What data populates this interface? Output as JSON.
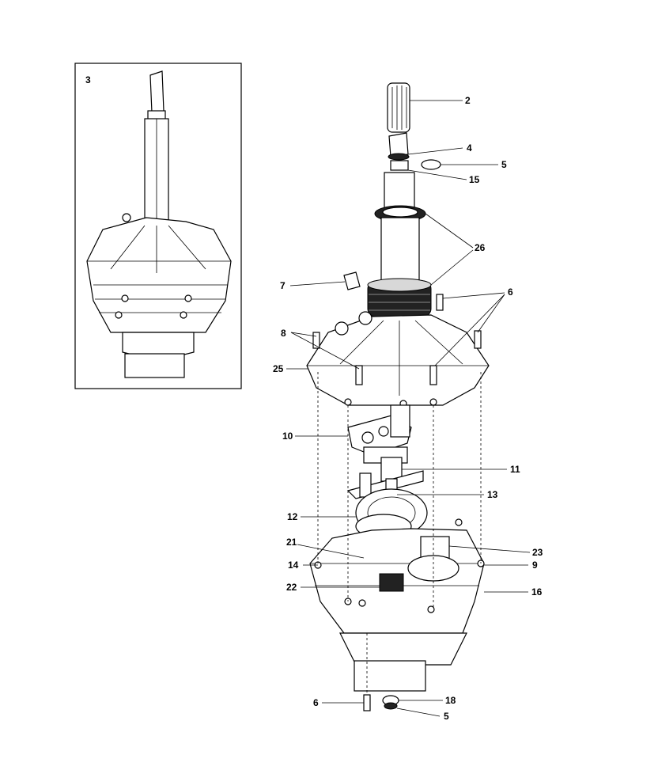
{
  "inset": {
    "label": "3"
  },
  "callouts": [
    {
      "id": "2",
      "text": "2"
    },
    {
      "id": "4",
      "text": "4"
    },
    {
      "id": "5a",
      "text": "5"
    },
    {
      "id": "15",
      "text": "15"
    },
    {
      "id": "26",
      "text": "26"
    },
    {
      "id": "7",
      "text": "7"
    },
    {
      "id": "6a",
      "text": "6"
    },
    {
      "id": "8",
      "text": "8"
    },
    {
      "id": "25",
      "text": "25"
    },
    {
      "id": "10",
      "text": "10"
    },
    {
      "id": "11",
      "text": "11"
    },
    {
      "id": "13",
      "text": "13"
    },
    {
      "id": "12",
      "text": "12"
    },
    {
      "id": "21",
      "text": "21"
    },
    {
      "id": "23",
      "text": "23"
    },
    {
      "id": "14",
      "text": "14"
    },
    {
      "id": "9",
      "text": "9"
    },
    {
      "id": "22",
      "text": "22"
    },
    {
      "id": "16",
      "text": "16"
    },
    {
      "id": "6b",
      "text": "6"
    },
    {
      "id": "18",
      "text": "18"
    },
    {
      "id": "5b",
      "text": "5"
    }
  ]
}
